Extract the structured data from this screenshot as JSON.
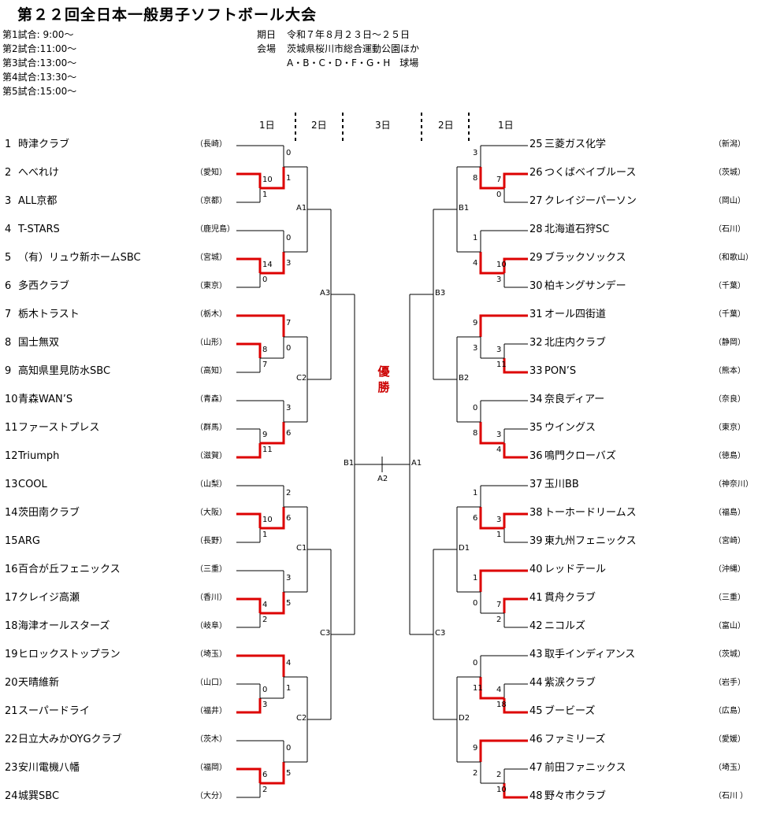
{
  "title": "第２２回全日本一般男子ソフトボール大会",
  "schedule": [
    "第1試合: 9:00～",
    "第2試合:11:00～",
    "第3試合:13:00～",
    "第4試合:13:30～",
    "第5試合:15:00～"
  ],
  "info": {
    "date_label": "期日",
    "date_value": "令和７年８月２３日～２５日",
    "venue_label": "会場",
    "venue_value": "茨城県桜川市総合運動公園ほか",
    "fields": "A・B・C・D・F・G・H　球場"
  },
  "days": {
    "left_d1": "1日",
    "left_d2": "2日",
    "center_d3": "3日",
    "right_d2": "2日",
    "right_d1": "1日"
  },
  "champion": "優勝",
  "teams_left": [
    {
      "no": "1",
      "name": "時津クラブ",
      "pref": "（長崎）"
    },
    {
      "no": "2",
      "name": "へべれけ",
      "pref": "（愛知）"
    },
    {
      "no": "3",
      "name": "ALL京都",
      "pref": "（京都）"
    },
    {
      "no": "4",
      "name": "T-STARS",
      "pref": "（鹿児島）"
    },
    {
      "no": "5",
      "name": "（有）リュウ新ホームSBC",
      "pref": "（宮城）"
    },
    {
      "no": "6",
      "name": "多西クラブ",
      "pref": "（東京）"
    },
    {
      "no": "7",
      "name": "栃木トラスト",
      "pref": "（栃木）"
    },
    {
      "no": "8",
      "name": "国士無双",
      "pref": "（山形）"
    },
    {
      "no": "9",
      "name": "高知県里見防水SBC",
      "pref": "（高知）"
    },
    {
      "no": "10",
      "name": "青森WAN’S",
      "pref": "（青森）"
    },
    {
      "no": "11",
      "name": "ファーストプレス",
      "pref": "（群馬）"
    },
    {
      "no": "12",
      "name": "Triumph",
      "pref": "（滋賀）"
    },
    {
      "no": "13",
      "name": "COOL",
      "pref": "（山梨）"
    },
    {
      "no": "14",
      "name": "茨田南クラブ",
      "pref": "（大阪）"
    },
    {
      "no": "15",
      "name": "ARG",
      "pref": "（長野）"
    },
    {
      "no": "16",
      "name": "百合が丘フェニックス",
      "pref": "（三重）"
    },
    {
      "no": "17",
      "name": "クレイジ高瀬",
      "pref": "（香川）"
    },
    {
      "no": "18",
      "name": "海津オールスターズ",
      "pref": "（岐阜）"
    },
    {
      "no": "19",
      "name": "ヒロックストップラン",
      "pref": "（埼玉）"
    },
    {
      "no": "20",
      "name": "天晴維新",
      "pref": "（山口）"
    },
    {
      "no": "21",
      "name": "スーパードライ",
      "pref": "（福井）"
    },
    {
      "no": "22",
      "name": "日立大みかOYGクラブ",
      "pref": "（茨木）"
    },
    {
      "no": "23",
      "name": "安川電機八幡",
      "pref": "（福岡）"
    },
    {
      "no": "24",
      "name": "城巽SBC",
      "pref": "（大分）"
    }
  ],
  "teams_right": [
    {
      "no": "25",
      "name": "三菱ガス化学",
      "pref": "（新潟）"
    },
    {
      "no": "26",
      "name": "つくばベイブルース",
      "pref": "（茨城）"
    },
    {
      "no": "27",
      "name": "クレイジーパーソン",
      "pref": "（岡山）"
    },
    {
      "no": "28",
      "name": "北海道石狩SC",
      "pref": "（石川）"
    },
    {
      "no": "29",
      "name": "ブラックソックス",
      "pref": "（和歌山）"
    },
    {
      "no": "30",
      "name": "柏キングサンデー",
      "pref": "（千葉）"
    },
    {
      "no": "31",
      "name": "オール四街道",
      "pref": "（千葉）"
    },
    {
      "no": "32",
      "name": "北庄内クラブ",
      "pref": "（静岡）"
    },
    {
      "no": "33",
      "name": "PON’S",
      "pref": "（熊本）"
    },
    {
      "no": "34",
      "name": "奈良ディアー",
      "pref": "（奈良）"
    },
    {
      "no": "35",
      "name": "ウイングス",
      "pref": "（東京）"
    },
    {
      "no": "36",
      "name": "鳴門クローバズ",
      "pref": "（徳島）"
    },
    {
      "no": "37",
      "name": "玉川BB",
      "pref": "（神奈川）"
    },
    {
      "no": "38",
      "name": "トーホードリームス",
      "pref": "（福島）"
    },
    {
      "no": "39",
      "name": "東九州フェニックス",
      "pref": "（宮崎）"
    },
    {
      "no": "40",
      "name": "レッドテール",
      "pref": "（沖縄）"
    },
    {
      "no": "41",
      "name": "貫舟クラブ",
      "pref": "（三重）"
    },
    {
      "no": "42",
      "name": "ニコルズ",
      "pref": "（富山）"
    },
    {
      "no": "43",
      "name": "取手インディアンス",
      "pref": "（茨城）"
    },
    {
      "no": "44",
      "name": "紫涙クラブ",
      "pref": "（岩手）"
    },
    {
      "no": "45",
      "name": "ブービーズ",
      "pref": "（広島）"
    },
    {
      "no": "46",
      "name": "ファミリーズ",
      "pref": "（愛媛）"
    },
    {
      "no": "47",
      "name": "前田ファニックス",
      "pref": "（埼玉）"
    },
    {
      "no": "48",
      "name": "野々市クラブ",
      "pref": "（石川 ）"
    }
  ],
  "scores_left": {
    "r1": [
      [
        "10",
        "1"
      ],
      [
        "14",
        "0"
      ],
      [
        "8",
        "7"
      ],
      [
        "9",
        "11"
      ],
      [
        "10",
        "1"
      ],
      [
        "4",
        "2"
      ],
      [
        "0",
        "3"
      ],
      [
        "6",
        "2"
      ]
    ],
    "r2": [
      [
        "0",
        "1"
      ],
      [
        "0",
        "3"
      ],
      [
        "7",
        "0"
      ],
      [
        "3",
        "6"
      ],
      [
        "2",
        "6"
      ],
      [
        "3",
        "5"
      ],
      [
        "4",
        "1"
      ],
      [
        "0",
        "5"
      ]
    ]
  },
  "scores_right": {
    "r1": [
      [
        "7",
        "0"
      ],
      [
        "10",
        "3"
      ],
      [
        "3",
        "11"
      ],
      [
        "3",
        "4"
      ],
      [
        "3",
        "1"
      ],
      [
        "7",
        "2"
      ],
      [
        "4",
        "18"
      ],
      [
        "2",
        "10"
      ]
    ],
    "r2": [
      [
        "3",
        "8"
      ],
      [
        "1",
        "4"
      ],
      [
        "9",
        "3"
      ],
      [
        "0",
        "8"
      ],
      [
        "1",
        "6"
      ],
      [
        "1",
        "0"
      ],
      [
        "0",
        "11"
      ],
      [
        "9",
        "2"
      ]
    ]
  },
  "round_labels": {
    "left_r3": [
      "A1",
      "C2",
      "C1",
      "C2"
    ],
    "left_r4": [
      "A3",
      "C3"
    ],
    "left_r5": "B1",
    "final": "A2",
    "right_r5": "A1",
    "right_r4": [
      "B3",
      "C3"
    ],
    "right_r3": [
      "B1",
      "B2",
      "D1",
      "D2"
    ]
  }
}
